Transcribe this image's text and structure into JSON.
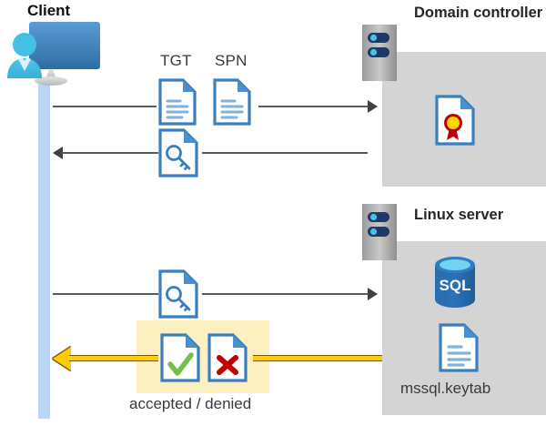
{
  "diagram": {
    "title_client": "Client",
    "title_domain_controller": "Domain controller",
    "title_linux_server": "Linux server",
    "colors": {
      "panel_gray": "#d4d4d4",
      "lifeline_blue": "#bad6f2",
      "highlight_yellow": "#fdf0c0",
      "arrow_yellow": "#ffcc00",
      "arrow_gray": "#595959",
      "doc_blue": "#3a7ebf"
    }
  },
  "labels": {
    "tgt": "TGT",
    "spn": "SPN",
    "accepted_denied": "accepted / denied",
    "mssql_keytab": "mssql.keytab",
    "sql": "SQL"
  },
  "icons": {
    "client": "client-workstation-icon",
    "server_rack_dc": "server-rack-icon",
    "server_rack_linux": "server-rack-icon",
    "tgt_document": "document-lines-icon",
    "spn_document": "document-lines-icon",
    "ticket_key_top": "document-key-icon",
    "ticket_key_bottom": "document-key-icon",
    "certificate": "document-certificate-icon",
    "sql_database": "sql-database-icon",
    "keytab_document": "document-lines-icon",
    "accepted_document": "document-check-icon",
    "denied_document": "document-cross-icon"
  },
  "flows": [
    {
      "id": "flow-1",
      "direction": "right",
      "description": "Client sends TGT and SPN to domain controller"
    },
    {
      "id": "flow-2",
      "direction": "left",
      "description": "Domain controller returns service ticket to client"
    },
    {
      "id": "flow-3",
      "direction": "right",
      "description": "Client presents service ticket to Linux server"
    },
    {
      "id": "flow-4",
      "direction": "left",
      "description": "Linux server responds accepted or denied"
    }
  ]
}
